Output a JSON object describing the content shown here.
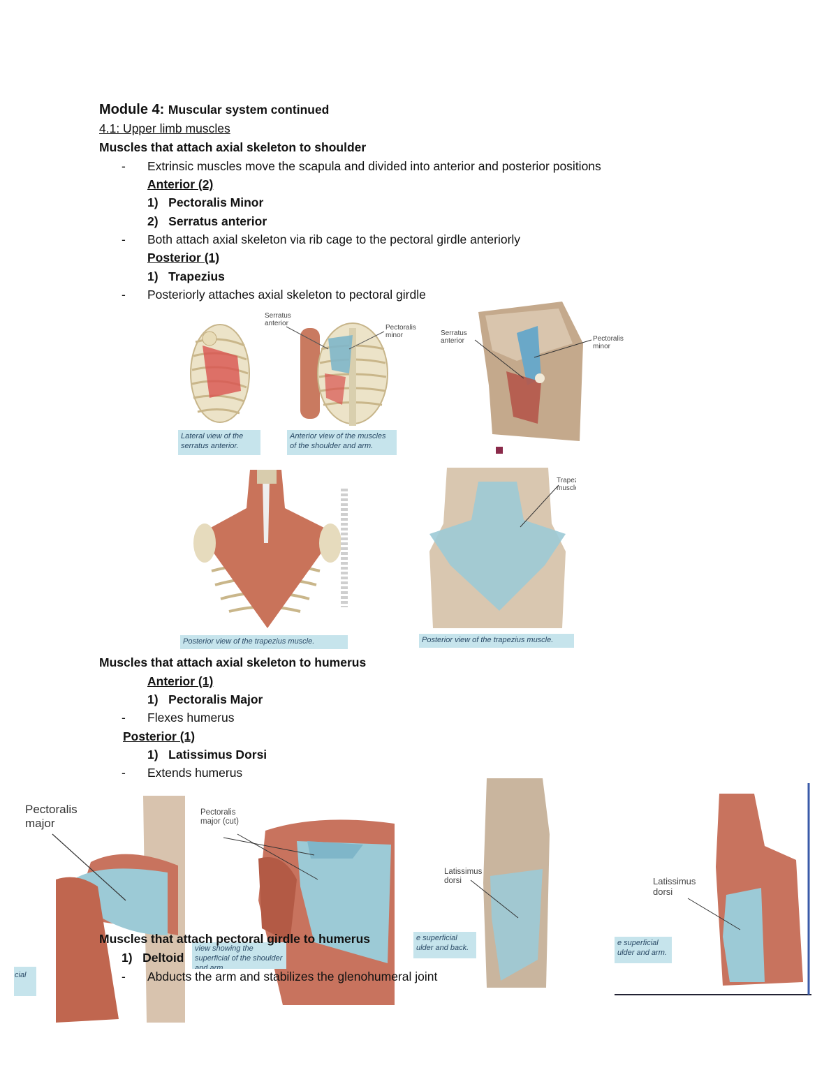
{
  "heading": {
    "prefix": "Module 4: ",
    "title": "Muscular system continued"
  },
  "section": "4.1: Upper limb muscles",
  "group1": {
    "title": "Muscles that attach axial skeleton to shoulder",
    "bullet1": "Extrinsic muscles move the scapula and divided into anterior and posterior positions",
    "anterior_header": "Anterior (2)",
    "anterior_items": [
      "1)   Pectoralis Minor",
      "2)   Serratus anterior"
    ],
    "bullet2": "Both attach axial skeleton via rib cage to the pectoral girdle anteriorly",
    "posterior_header": "Posterior (1)",
    "posterior_items": [
      "1)   Trapezius"
    ],
    "bullet3": "Posteriorly attaches axial skeleton to pectoral girdle"
  },
  "figures_row1": {
    "lateral_caption": "Lateral view of the serratus anterior.",
    "anterior_caption": "Anterior view of the muscles of the shoulder and arm.",
    "label_serratus": "Serratus anterior",
    "label_pectoralis_minor": "Pectoralis minor"
  },
  "figures_row2": {
    "caption_left": "Posterior view of the trapezius muscle.",
    "caption_right": "Posterior view of the trapezius muscle.",
    "label_trapezius": "Trapezius muscle"
  },
  "group2": {
    "title": "Muscles that attach axial skeleton to humerus",
    "anterior_header": "Anterior (1)",
    "anterior_items": [
      "1)   Pectoralis Major"
    ],
    "bullet_anterior": "Flexes humerus",
    "posterior_header": "Posterior (1)",
    "posterior_items": [
      "1)   Latissimus Dorsi"
    ],
    "bullet_posterior": "Extends humerus"
  },
  "figures_row3": {
    "label_pectoralis_major": "Pectoralis major",
    "label_pectoralis_major_cut": "Pectoralis major (cut)",
    "label_latissimus": "Latissimus dorsi",
    "caption_a": "cial",
    "caption_b": "view showing the superficial of the shoulder and arm.",
    "caption_c": "e superficial ulder and back.",
    "caption_d": "e superficial ulder and arm."
  },
  "group3": {
    "title": "Muscles that attach pectoral girdle to humerus",
    "items": [
      "1)   Deltoid"
    ],
    "bullet": "Abducts the arm and stabilizes the glenohumeral joint"
  },
  "bullet_char": "-"
}
